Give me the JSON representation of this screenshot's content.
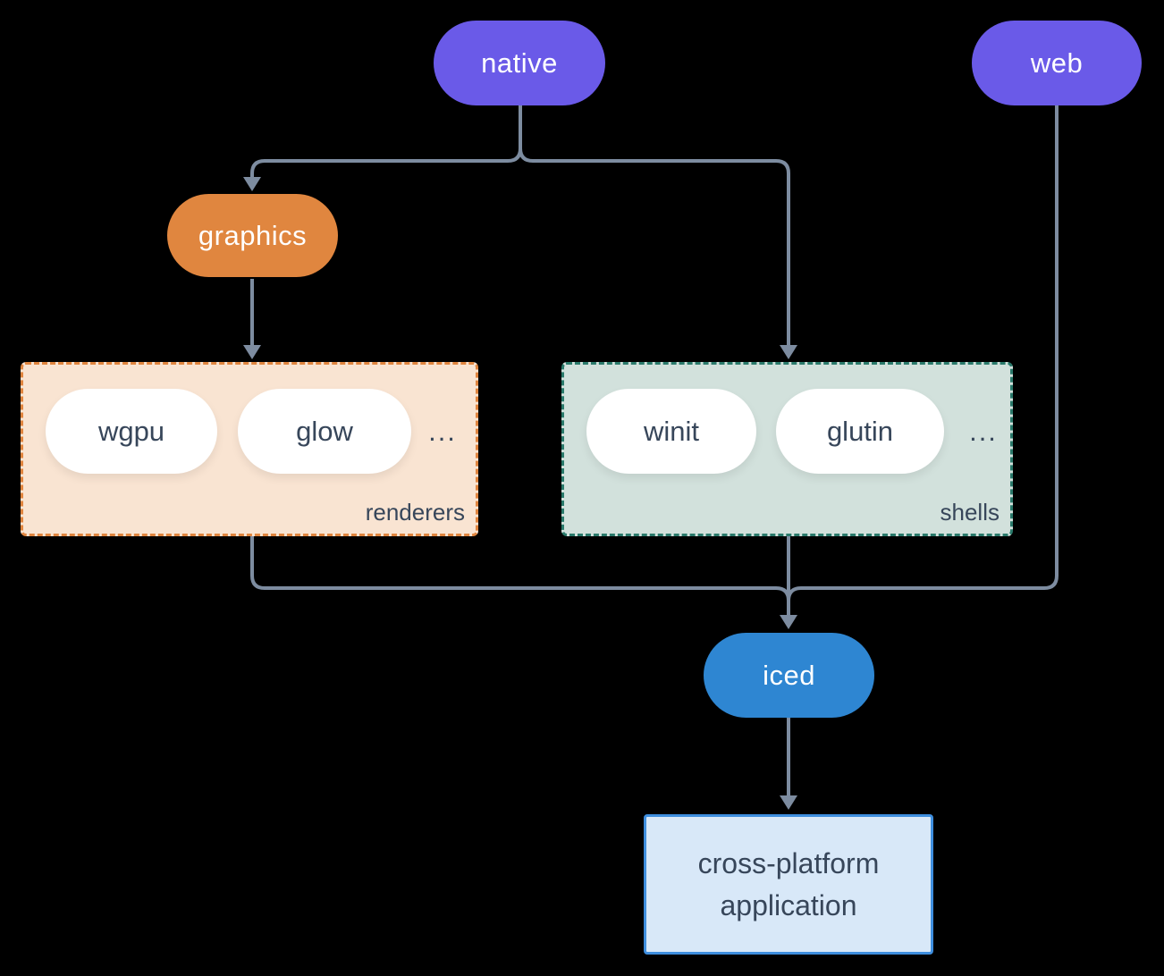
{
  "background": "#000000",
  "colors": {
    "purple": "#6A5AE8",
    "orange": "#E0863F",
    "blue": "#2E86D2",
    "connector": "#7D8CA0",
    "renderers_fill": "#F9E4D2",
    "renderers_border": "#E0853F",
    "shells_fill": "#D2E1DC",
    "shells_border": "#2A7A6B",
    "app_fill": "#D8E8F8",
    "app_border": "#3E8EDE",
    "dark_text": "#37465A",
    "pill_text": "#FFFFFF"
  },
  "nodes": {
    "native": {
      "label": "native"
    },
    "web": {
      "label": "web"
    },
    "graphics": {
      "label": "graphics"
    },
    "iced": {
      "label": "iced"
    }
  },
  "groups": {
    "renderers": {
      "label": "renderers",
      "pills": [
        "wgpu",
        "glow"
      ],
      "ellipsis": "..."
    },
    "shells": {
      "label": "shells",
      "pills": [
        "winit",
        "glutin"
      ],
      "ellipsis": "..."
    }
  },
  "application": {
    "line1": "cross-platform",
    "line2": "application"
  },
  "edges": [
    {
      "from": "native",
      "to": "graphics"
    },
    {
      "from": "native",
      "to": "shells"
    },
    {
      "from": "graphics",
      "to": "renderers"
    },
    {
      "from": "renderers",
      "to": "iced"
    },
    {
      "from": "shells",
      "to": "iced"
    },
    {
      "from": "web",
      "to": "iced"
    },
    {
      "from": "iced",
      "to": "application"
    }
  ]
}
